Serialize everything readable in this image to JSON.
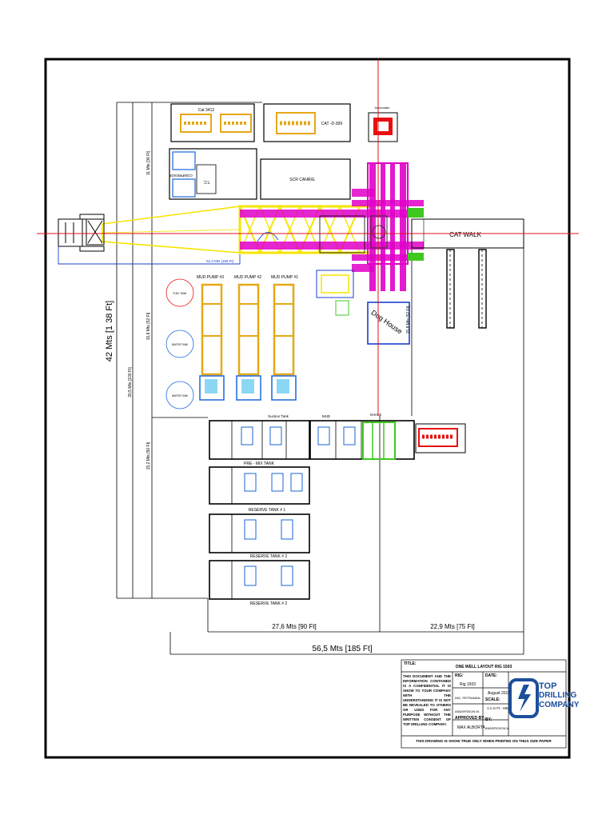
{
  "equipment": {
    "cat_3412": "Cat 3412",
    "cat_d399": "CAT -D-399",
    "accumulator": "Accumulator",
    "compressor": "COMPRESOR",
    "scr_canrig": "SCR CANRIG",
    "tc": "T.C.",
    "mud_pump_3": "MUD PUMP #3",
    "mud_pump_2": "MUD PUMP #2",
    "mud_pump_1": "MUD PUMP #1",
    "fuel_tank": "FUEL TANK",
    "water_tank": "WATER TANK",
    "water_tank_2": "WATER TANK",
    "suction_tank": "Suction Tank",
    "mud_tank": "MUD",
    "shaker": "SHALE",
    "premix_tank": "PRE - MIX TANK",
    "reserve_tank_1": "RESERVE TANK # 1",
    "reserve_tank_2": "RESERVE TANK # 2",
    "reserve_tank_3": "RESERVE TANK # 2",
    "cat_walk": "CAT WALK",
    "dog_house": "Dog House"
  },
  "dimensions": {
    "total_height": "42  Mts [1 38   Ft]",
    "mast_length": "51,3  Mts [168  Ft]",
    "width_left": "27,6  Mts [90  Ft]",
    "width_right": "22,9  Mts [75  Ft]",
    "total_width": "56,5  Mts [185  Ft]",
    "dim_11m": "11 Mts [36  Ft]",
    "dim_15_8m": "15,8 Mts [52  Ft]",
    "dim_30_5m": "30,5 Mts [100  Ft]",
    "dim_15_2m": "15,2 Mts [50  Ft]",
    "dim_16m": "15,8 Mts [52  Ft]"
  },
  "title_block": {
    "title_label": "TITLE:",
    "title": "ONE WELL LAYOUT RIG 1503",
    "rig_label": "RIG:",
    "rig": "Rig 1503",
    "date_label": "DATE:",
    "date": "August 2017",
    "drawn_by": "ING. PETRAMAN",
    "scale_label": "SCALE:",
    "scale": "1:1 in Ft - Mts",
    "approved_label": "APPROVED BY:",
    "by_label": "BY:",
    "approver_id": "ANDERSSON M.",
    "approver": "MAX ALBORTA",
    "by": "ANDERSSON M.",
    "notice": "THIS DOCUMENT AND THE INFORMATION CONTAINED IS A CONFIDENTIAL IT IS SHOW TO YOUR COMPANY WITH THE UNDERSTANDING IT IS NOT BE REVEALED TO OTHERS OR USED FOR ANY PURPOSE WITHOUT THE WRITTEN CONSENT OF TOP DRILLING COMPANY.",
    "footer": "THIS DRAWING IS SHOW TRUE ONLY WHEN PRINTED ON THUS SIZE PAPER"
  },
  "company": {
    "line1": "TOP",
    "line2": "DRILLING",
    "line3": "COMPANY"
  },
  "colors": {
    "frame": "#000000",
    "crosshair": "#e0101b",
    "mast": "#f5e400",
    "substructure": "#e000c8",
    "pump": "#e6a817",
    "dimension": "#1a3fcc",
    "tank_blue": "#1a66d9",
    "shaker": "#3fc81f",
    "brand": "#1b4f9c"
  }
}
